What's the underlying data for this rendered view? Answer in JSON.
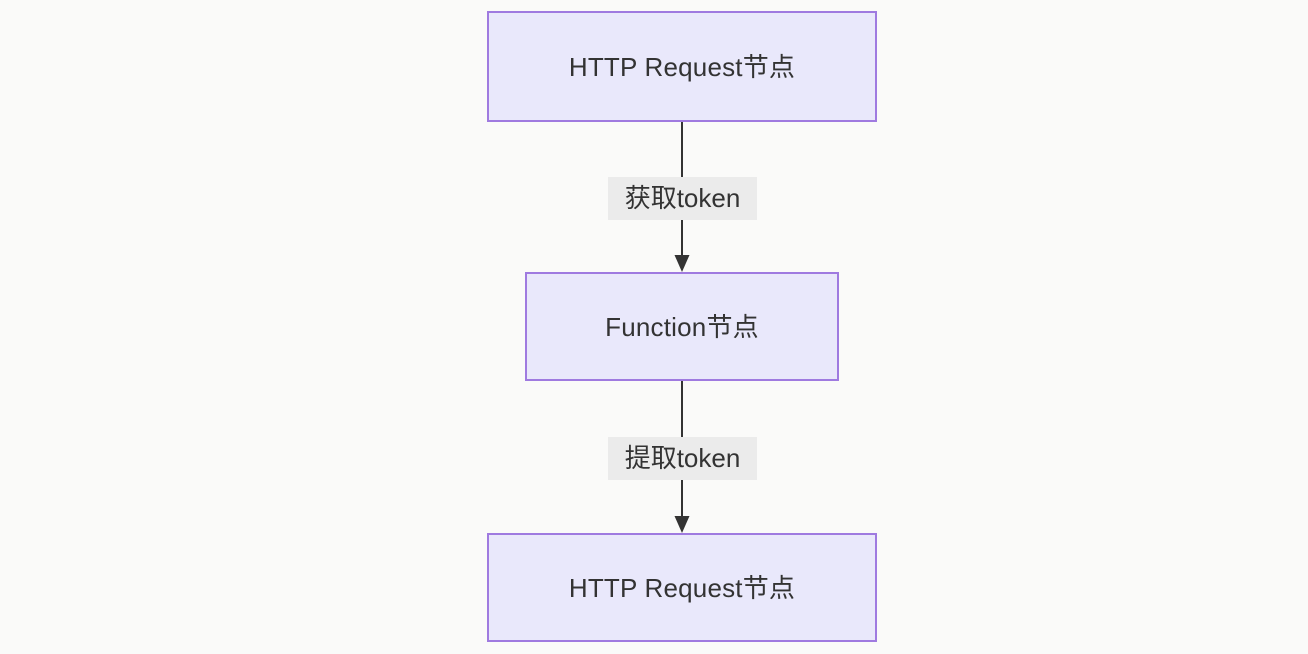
{
  "diagram": {
    "type": "flowchart",
    "direction": "top-to-bottom",
    "background_color": "#fafaf9",
    "node_fill_color": "#e9e8fb",
    "node_border_color": "#9f7ae0",
    "text_color": "#333333",
    "edge_color": "#333333",
    "edge_label_background_color": "#ebebeb",
    "nodes": [
      {
        "id": "http-request-1",
        "label": "HTTP Request节点",
        "shape": "rectangle"
      },
      {
        "id": "function",
        "label": "Function节点",
        "shape": "rectangle"
      },
      {
        "id": "http-request-2",
        "label": "HTTP Request节点",
        "shape": "rectangle"
      }
    ],
    "edges": [
      {
        "id": "edge-1",
        "from": "http-request-1",
        "to": "function",
        "label": "获取token",
        "arrow": "arrow-down-icon"
      },
      {
        "id": "edge-2",
        "from": "function",
        "to": "http-request-2",
        "label": "提取token",
        "arrow": "arrow-down-icon"
      }
    ]
  }
}
